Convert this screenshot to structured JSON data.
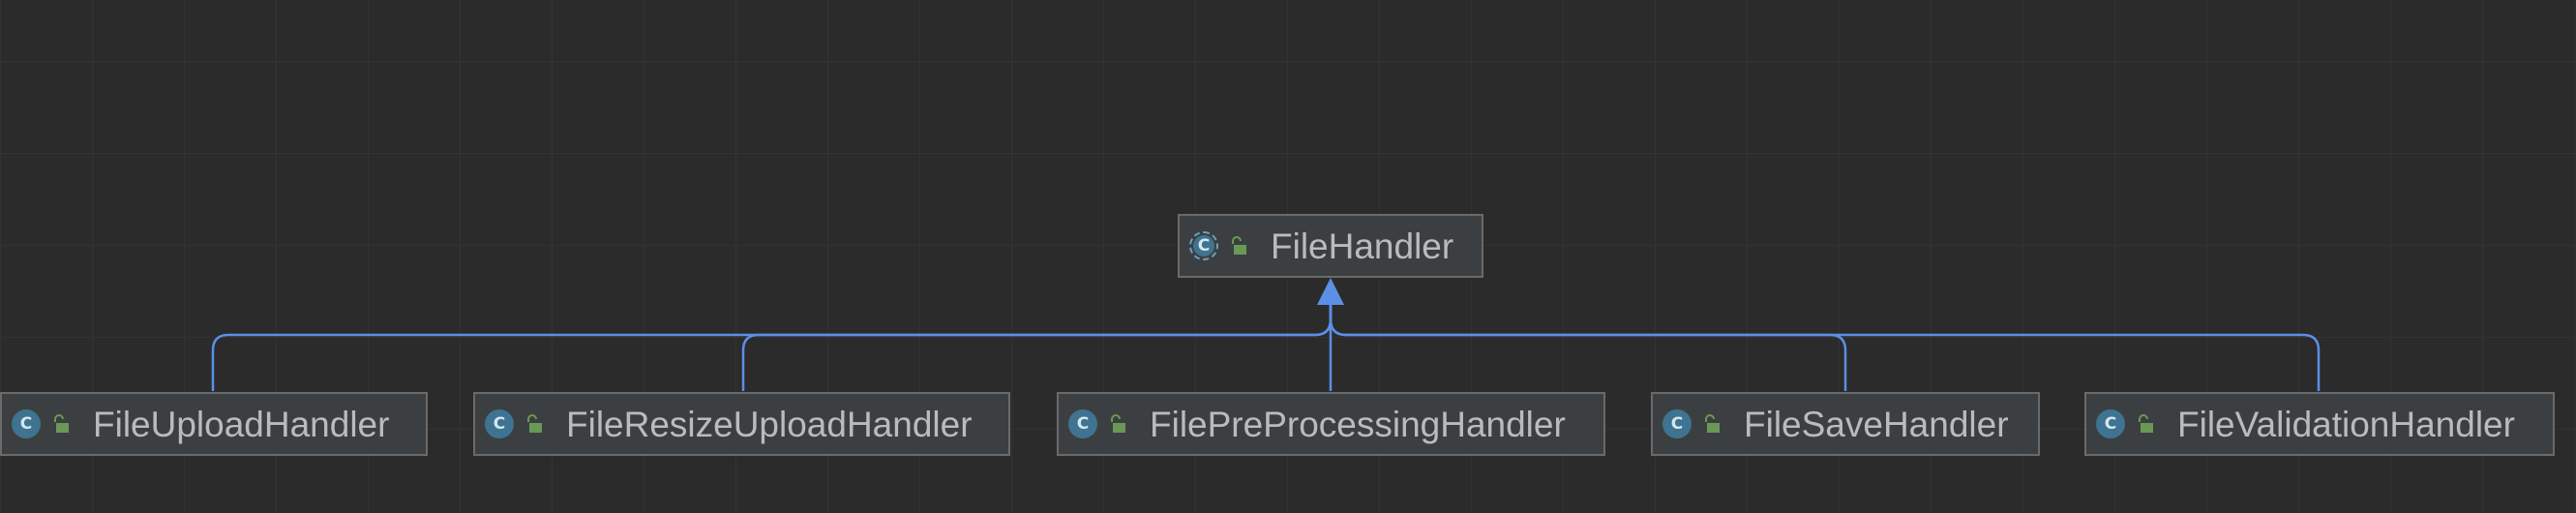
{
  "diagram": {
    "type": "class-hierarchy",
    "colors": {
      "background": "#2b2b2b",
      "grid": "#333333",
      "node_fill": "#3c3f41",
      "node_border": "#6a6a6a",
      "edge": "#5c8fe6",
      "class_icon": "#3e7491",
      "lock_icon": "#6a9955",
      "label": "#bbbbbb"
    },
    "parent": {
      "label": "FileHandler",
      "icon": "abstract-class-icon",
      "icon_letter": "C",
      "visibility_icon": "open-lock-icon"
    },
    "children": [
      {
        "label": "FileUploadHandler",
        "icon": "class-icon",
        "icon_letter": "C",
        "visibility_icon": "open-lock-icon"
      },
      {
        "label": "FileResizeUploadHandler",
        "icon": "class-icon",
        "icon_letter": "C",
        "visibility_icon": "open-lock-icon"
      },
      {
        "label": "FilePreProcessingHandler",
        "icon": "class-icon",
        "icon_letter": "C",
        "visibility_icon": "open-lock-icon"
      },
      {
        "label": "FileSaveHandler",
        "icon": "class-icon",
        "icon_letter": "C",
        "visibility_icon": "open-lock-icon"
      },
      {
        "label": "FileValidationHandler",
        "icon": "class-icon",
        "icon_letter": "C",
        "visibility_icon": "open-lock-icon"
      }
    ],
    "edges": [
      {
        "from": "FileUploadHandler",
        "to": "FileHandler",
        "relation": "extends"
      },
      {
        "from": "FileResizeUploadHandler",
        "to": "FileHandler",
        "relation": "extends"
      },
      {
        "from": "FilePreProcessingHandler",
        "to": "FileHandler",
        "relation": "extends"
      },
      {
        "from": "FileSaveHandler",
        "to": "FileHandler",
        "relation": "extends"
      },
      {
        "from": "FileValidationHandler",
        "to": "FileHandler",
        "relation": "extends"
      }
    ]
  }
}
